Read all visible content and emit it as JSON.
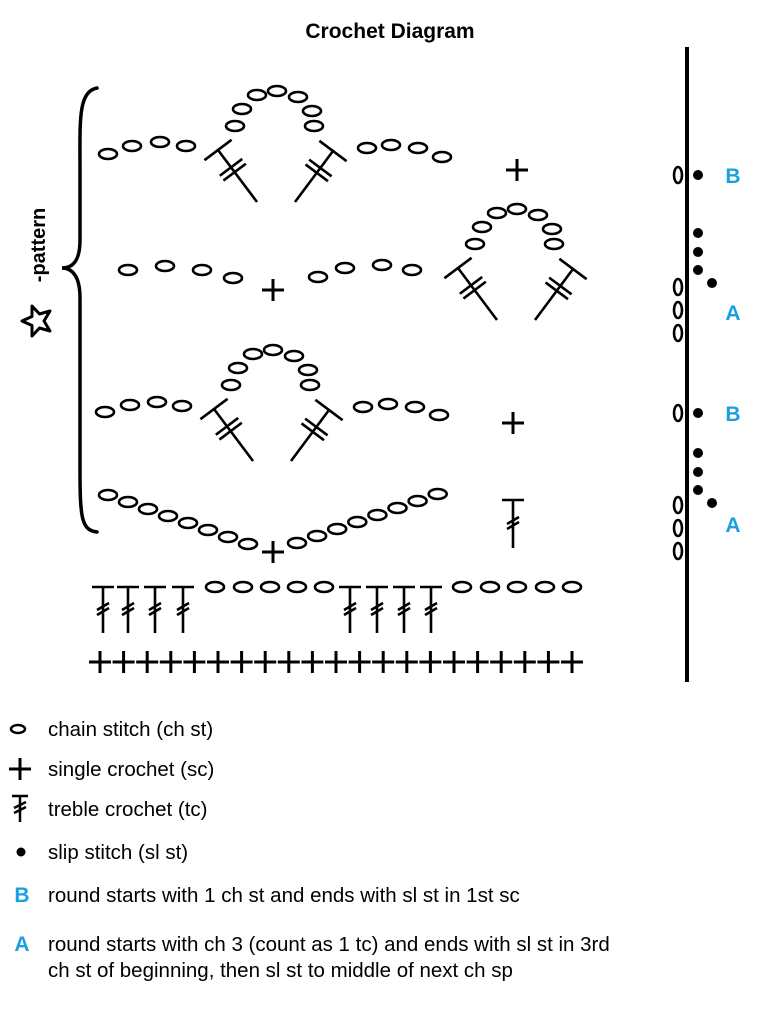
{
  "title": "Crochet Diagram",
  "side_label": "-pattern",
  "side_icon": "star-icon",
  "markers": {
    "b": "B",
    "a": "A",
    "zero": "0"
  },
  "accent_color": "#1aa0e0",
  "legend": [
    {
      "icon": "chain-stitch-icon",
      "text": "chain stitch (ch st)"
    },
    {
      "icon": "single-crochet-icon",
      "text": "single crochet (sc)"
    },
    {
      "icon": "treble-crochet-icon",
      "text": "treble crochet (tc)"
    },
    {
      "icon": "slip-stitch-icon",
      "text": "slip stitch (sl st)"
    },
    {
      "icon": "B",
      "text": "round starts with 1 ch st and ends with sl st in 1st sc"
    },
    {
      "icon": "A",
      "text_line1": "round starts with ch 3 (count as 1 tc) and ends with sl st in 3rd",
      "text_line2": "ch st of beginning, then sl st to middle of next ch sp"
    }
  ]
}
